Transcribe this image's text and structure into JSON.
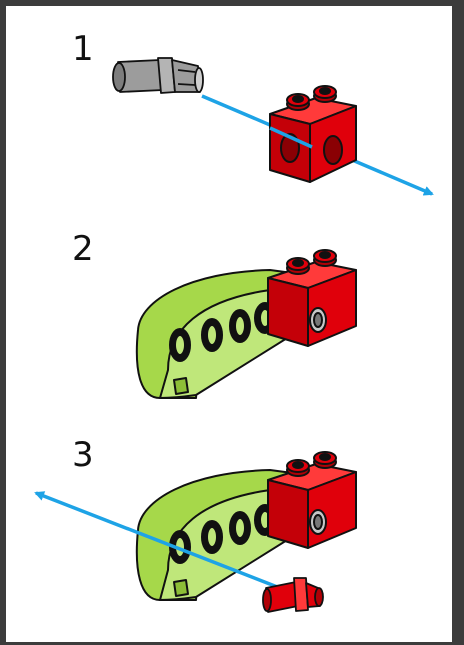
{
  "steps": [
    {
      "number": "1"
    },
    {
      "number": "2"
    },
    {
      "number": "3"
    }
  ],
  "colors": {
    "brick_red": "#e0000b",
    "beam_lime": "#a6d84a",
    "pin_gray": "#9c9c9c",
    "arrow_blue": "#1ea3e6",
    "outline": "#111111"
  },
  "icons": [
    "technic-pin-gray",
    "technic-brick-1x2-red",
    "technic-beam-bent-lime",
    "technic-pin-red",
    "direction-arrow"
  ]
}
